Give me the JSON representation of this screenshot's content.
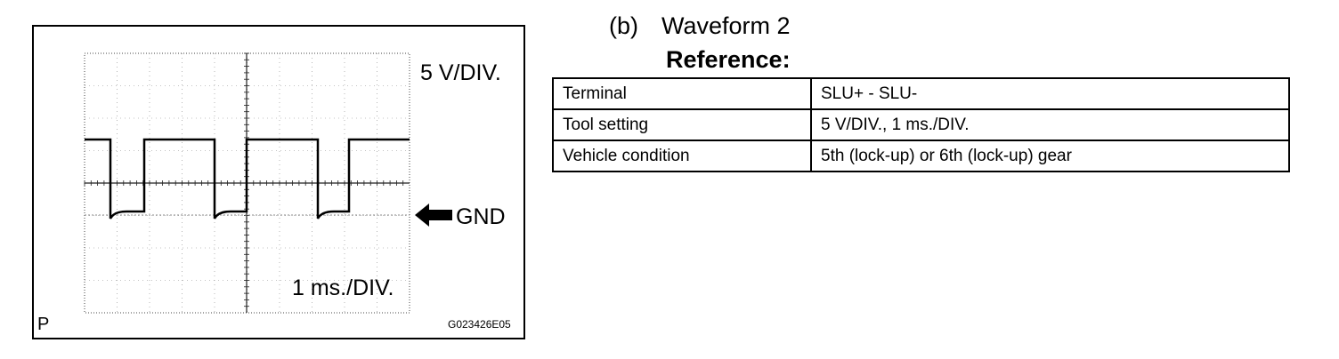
{
  "figure": {
    "scope": {
      "volts_per_div": "5 V/DIV.",
      "time_per_div": "1 ms./DIV.",
      "gnd_marker": "GND",
      "corner_mark": "P",
      "figure_code": "G023426E05",
      "waveform": {
        "description": "square wave pulses",
        "pulse_count": 3
      }
    },
    "subtitle": {
      "index": "(b)",
      "text": "Waveform 2"
    },
    "reference_heading": "Reference:",
    "reference_table": {
      "rows": [
        {
          "label": "Terminal",
          "value": "SLU+ - SLU-"
        },
        {
          "label": "Tool setting",
          "value": "5 V/DIV., 1 ms./DIV."
        },
        {
          "label": "Vehicle condition",
          "value": "5th (lock-up) or 6th (lock-up) gear"
        }
      ]
    }
  }
}
